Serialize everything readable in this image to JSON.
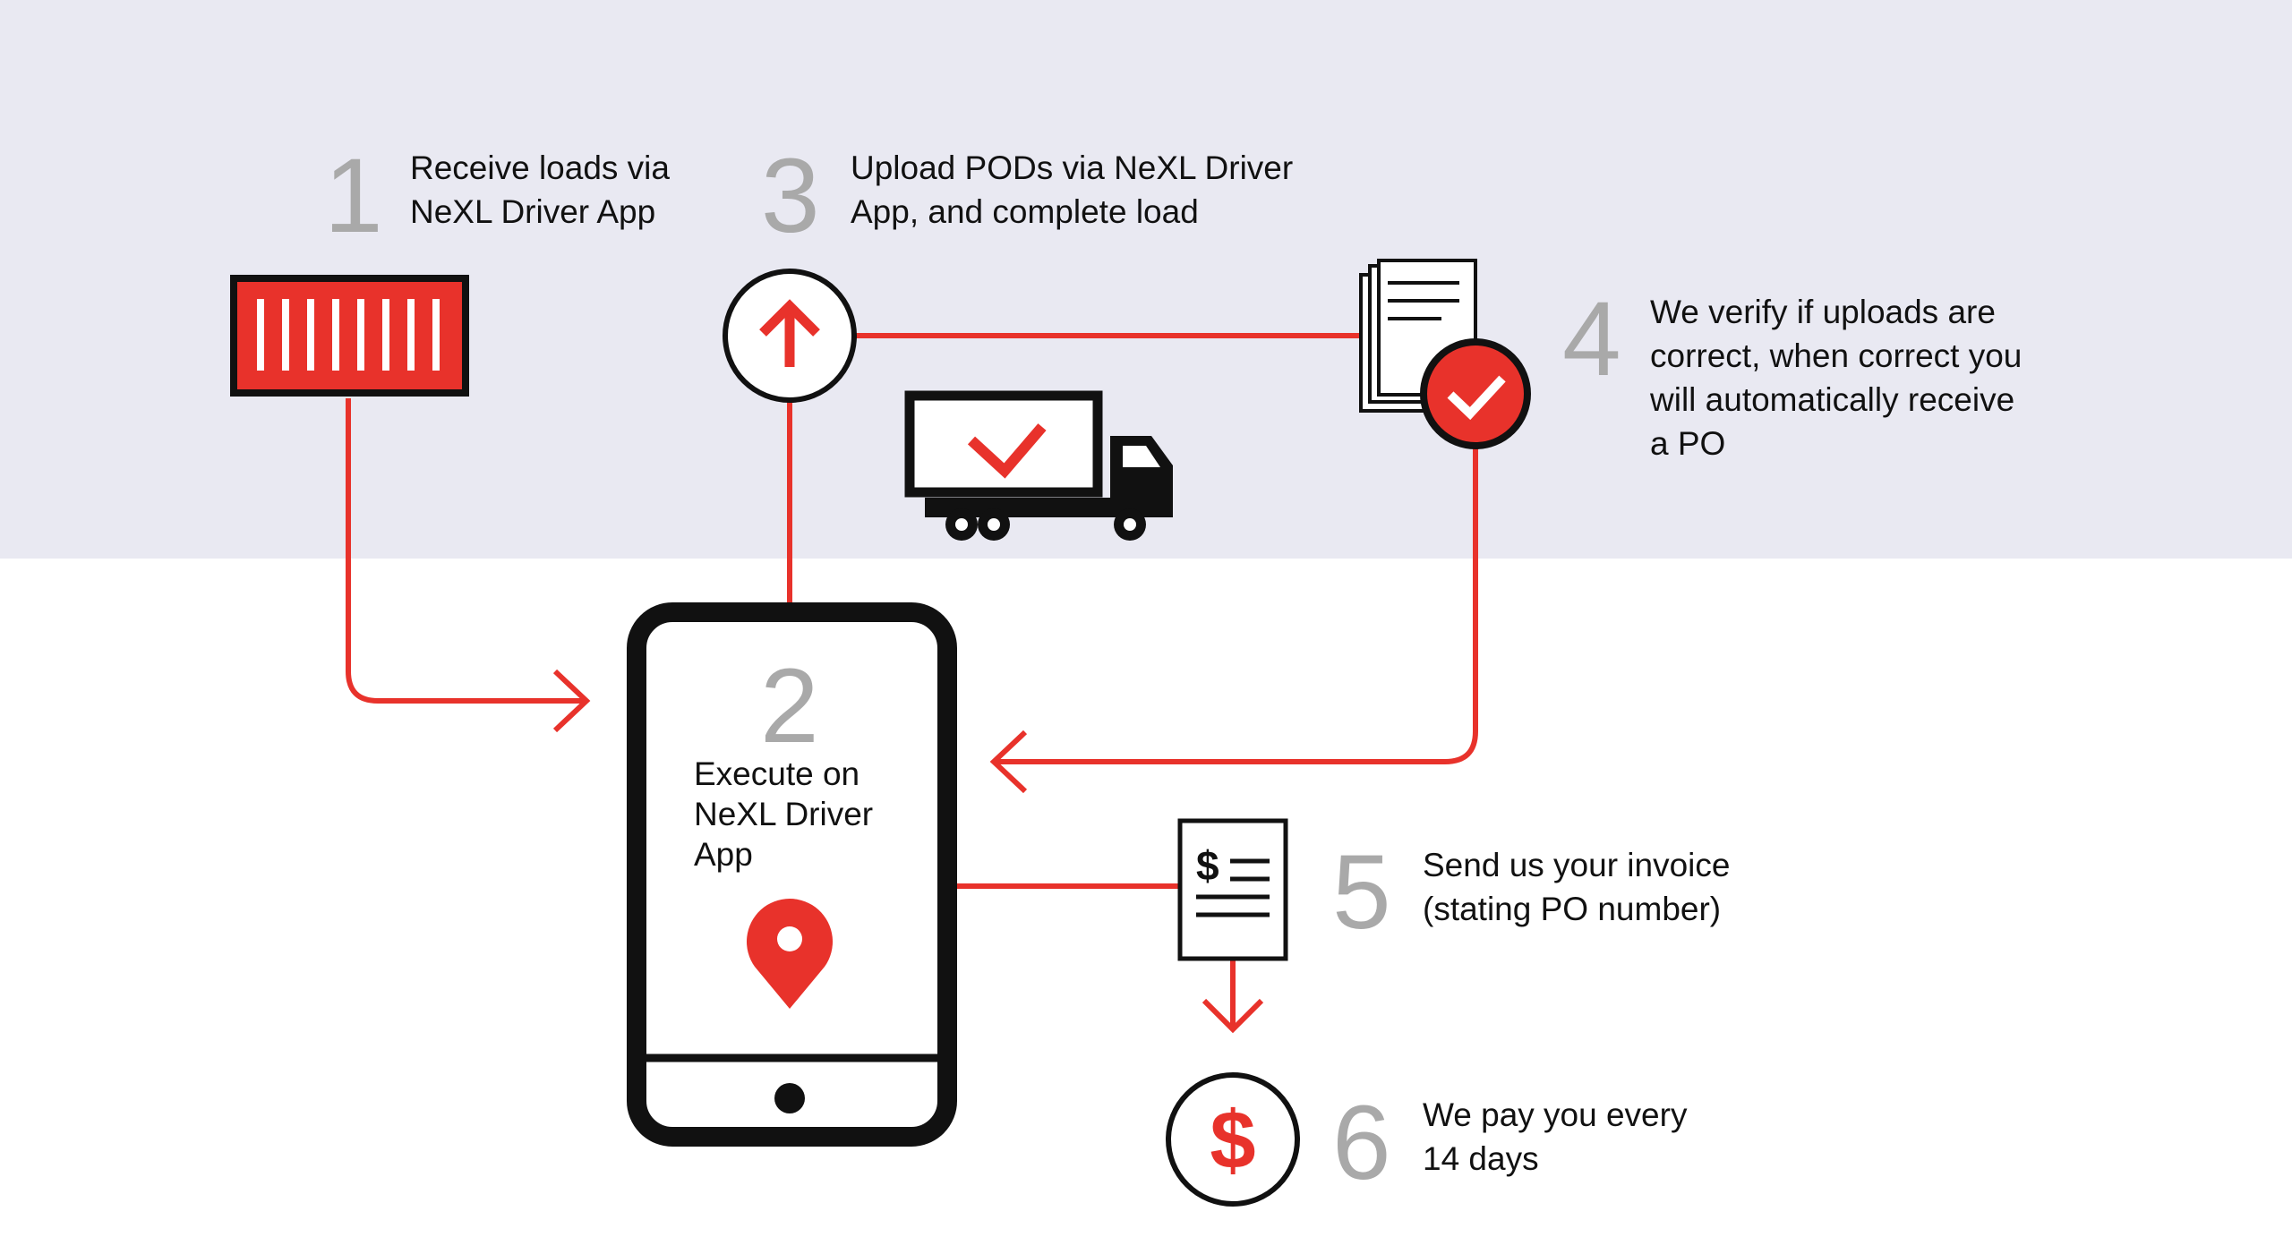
{
  "colors": {
    "accent_red": "#e8322b",
    "dark": "#111111",
    "band": "#e9e9f2",
    "number_gray": "#a9a9a9"
  },
  "steps": [
    {
      "number": "1",
      "lines": [
        "Receive loads via",
        "NeXL Driver App"
      ],
      "icon": "shipping-container-icon"
    },
    {
      "number": "2",
      "lines": [
        "Execute on",
        "NeXL Driver",
        "App"
      ],
      "icon": "smartphone-location-pin-icon"
    },
    {
      "number": "3",
      "lines": [
        "Upload PODs via NeXL Driver",
        "App, and complete load"
      ],
      "icon": "upload-arrow-icon"
    },
    {
      "number": "4",
      "lines": [
        "We verify if uploads are",
        "correct, when correct you",
        "will automatically receive",
        "a PO"
      ],
      "icon": "verified-document-icon"
    },
    {
      "number": "5",
      "lines": [
        "Send us your invoice",
        "(stating PO number)"
      ],
      "icon": "invoice-icon"
    },
    {
      "number": "6",
      "lines": [
        "We pay you every",
        "14 days"
      ],
      "icon": "dollar-coin-icon"
    }
  ],
  "decor": {
    "truck_icon": "delivery-truck-check-icon"
  }
}
